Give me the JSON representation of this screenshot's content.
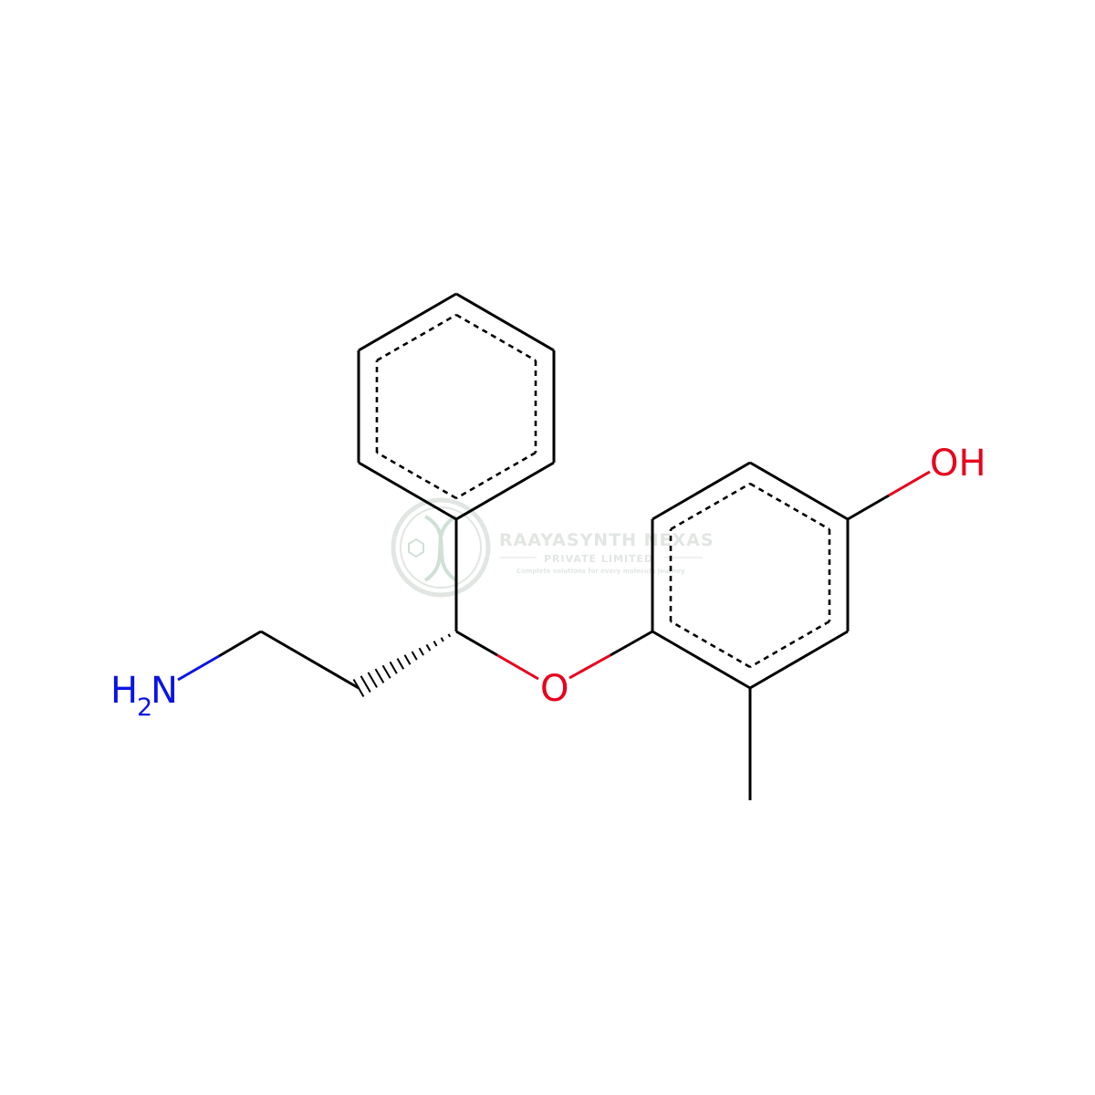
{
  "molecule": {
    "atoms": {
      "hydroxyl": "OH",
      "ether_oxygen": "O",
      "amine_h": "H",
      "amine_sub": "2",
      "amine_n": "N"
    },
    "colors": {
      "bond": "#000000",
      "oxygen": "#e8001c",
      "nitrogen": "#0a14e6"
    }
  },
  "watermark": {
    "line1": "RAAYASYNTH NEXAS",
    "line2": "PRIVATE LIMITED",
    "tagline": "Complete solutions for every molecule journey",
    "color": "#c9d3cc",
    "opacity": 0.55
  }
}
